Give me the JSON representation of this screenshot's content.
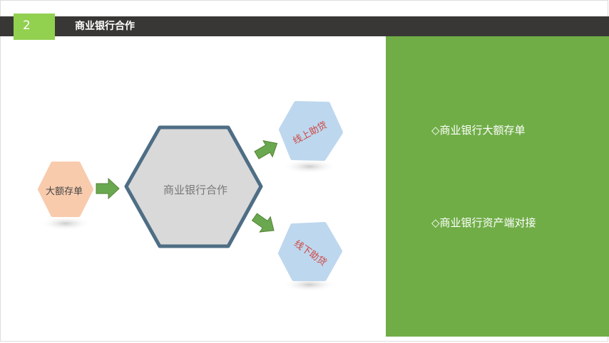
{
  "header": {
    "number": "2",
    "title": "商业银行合作"
  },
  "diagram": {
    "source": "大额存单",
    "center": "商业银行合作",
    "outputs": [
      "线上助贷",
      "线下助贷"
    ]
  },
  "panel": {
    "items": [
      "◇商业银行大额存单",
      "◇商业银行资产端对接"
    ]
  },
  "colors": {
    "accent": "#92d050",
    "panel": "#70ad47",
    "bar": "#393735"
  }
}
